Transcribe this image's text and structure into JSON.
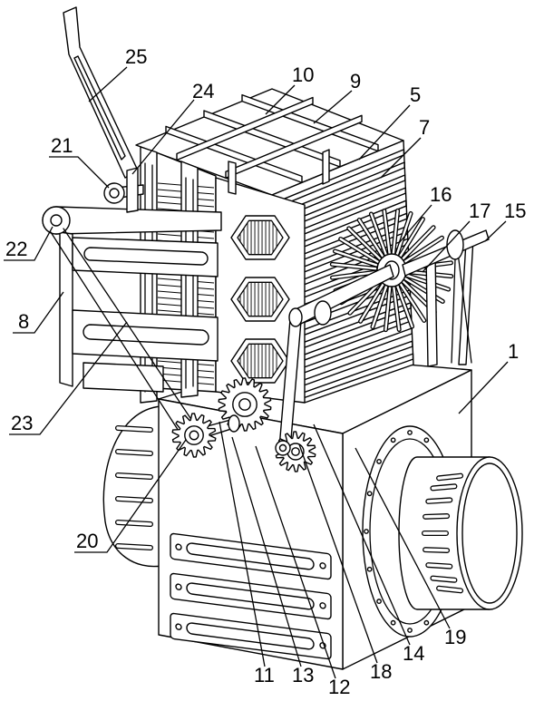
{
  "colors": {
    "line": "#000000",
    "background": "#ffffff"
  },
  "callouts": [
    {
      "label": "25"
    },
    {
      "label": "24"
    },
    {
      "label": "10"
    },
    {
      "label": "9"
    },
    {
      "label": "5"
    },
    {
      "label": "7"
    },
    {
      "label": "21"
    },
    {
      "label": "16"
    },
    {
      "label": "17"
    },
    {
      "label": "15"
    },
    {
      "label": "22"
    },
    {
      "label": "1"
    },
    {
      "label": "8"
    },
    {
      "label": "23"
    },
    {
      "label": "20"
    },
    {
      "label": "11"
    },
    {
      "label": "13"
    },
    {
      "label": "12"
    },
    {
      "label": "18"
    },
    {
      "label": "14"
    },
    {
      "label": "19"
    }
  ]
}
